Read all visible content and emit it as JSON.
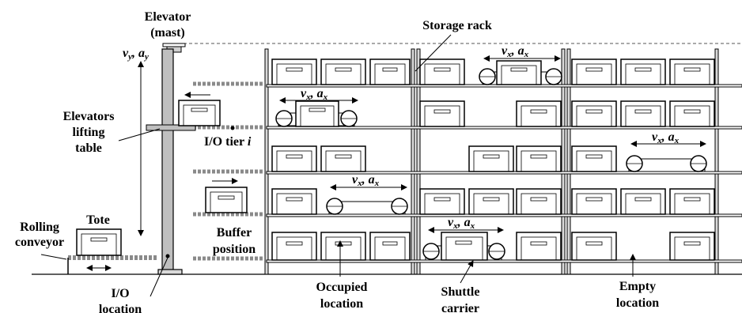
{
  "labels": {
    "elevator_line1": "Elevator",
    "elevator_line2": "(mast)",
    "storage_rack": "Storage rack",
    "elevators_line1": "Elevators",
    "elevators_line2": "lifting",
    "elevators_line3": "table",
    "io_tier": "I/O tier ",
    "io_tier_i": "i",
    "tote": "Tote",
    "rolling_line1": "Rolling",
    "rolling_line2": "conveyor",
    "buffer_line1": "Buffer",
    "buffer_line2": "position",
    "io_location_line1": "I/O",
    "io_location_line2": "location",
    "occupied_line1": "Occupied",
    "occupied_line2": "location",
    "shuttle_line1": "Shuttle",
    "shuttle_line2": "carrier",
    "empty_line1": "Empty",
    "empty_line2": "location"
  },
  "symbols": {
    "vx_ax": "v",
    "vx_sub": "x",
    "ax": "a",
    "vy": "v",
    "vy_sub": "y",
    "ay": "a"
  },
  "colors": {
    "mast": "#bfbfbf",
    "line": "#000000",
    "conveyor": "#a0a0a0"
  }
}
